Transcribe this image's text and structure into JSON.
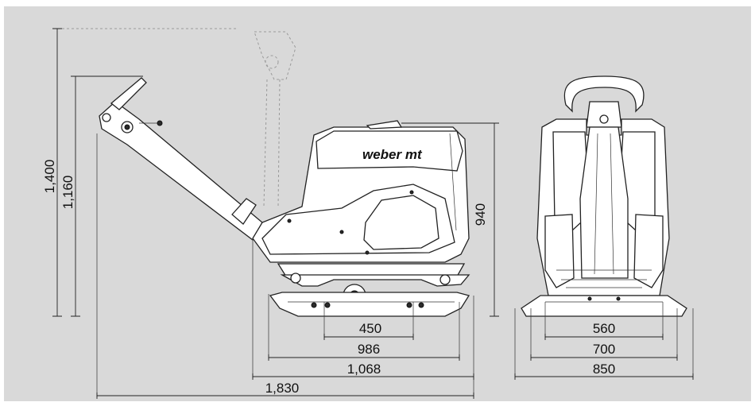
{
  "colors": {
    "background": "#d9d9d9",
    "frame": "#ffffff",
    "line": "#222222"
  },
  "side_view": {
    "brand_logo": "weber mt",
    "dims": {
      "height_total": "1,400",
      "height_handle": "1,160",
      "height_body": "940",
      "plate_width": "450",
      "length_986": "986",
      "length_1068": "1,068",
      "length_total": "1,830"
    }
  },
  "front_view": {
    "dims": {
      "width_560": "560",
      "width_700": "700",
      "width_850": "850"
    }
  }
}
